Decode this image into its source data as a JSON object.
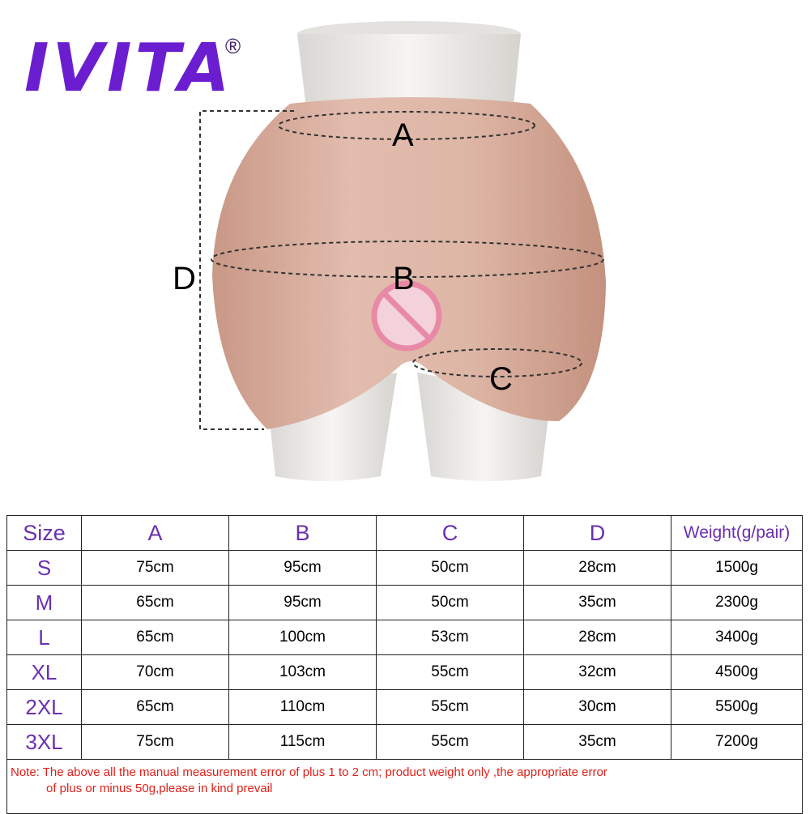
{
  "brand": {
    "logo_text": "IVITA",
    "registered_mark": "®",
    "color": "#6b1ed0"
  },
  "diagram_labels": {
    "a": "A",
    "b": "B",
    "c": "C",
    "d": "D"
  },
  "table": {
    "headers": [
      "Size",
      "A",
      "B",
      "C",
      "D",
      "Weight(g/pair)"
    ],
    "rows": [
      [
        "S",
        "75cm",
        "95cm",
        "50cm",
        "28cm",
        "1500g"
      ],
      [
        "M",
        "65cm",
        "95cm",
        "50cm",
        "35cm",
        "2300g"
      ],
      [
        "L",
        "65cm",
        "100cm",
        "53cm",
        "28cm",
        "3400g"
      ],
      [
        "XL",
        "70cm",
        "103cm",
        "55cm",
        "32cm",
        "4500g"
      ],
      [
        "2XL",
        "65cm",
        "110cm",
        "55cm",
        "30cm",
        "5500g"
      ],
      [
        "3XL",
        "75cm",
        "115cm",
        "55cm",
        "35cm",
        "7200g"
      ]
    ],
    "note_line1": "Note: The above all the manual measurement error of plus 1 to 2 cm; product weight only ,the  appropriate error",
    "note_line2": "of plus or minus 50g,please in kind prevail"
  },
  "colors": {
    "header_text": "#6a2fb0",
    "note_text": "#e0201a",
    "skin": "#dcb4a4"
  }
}
